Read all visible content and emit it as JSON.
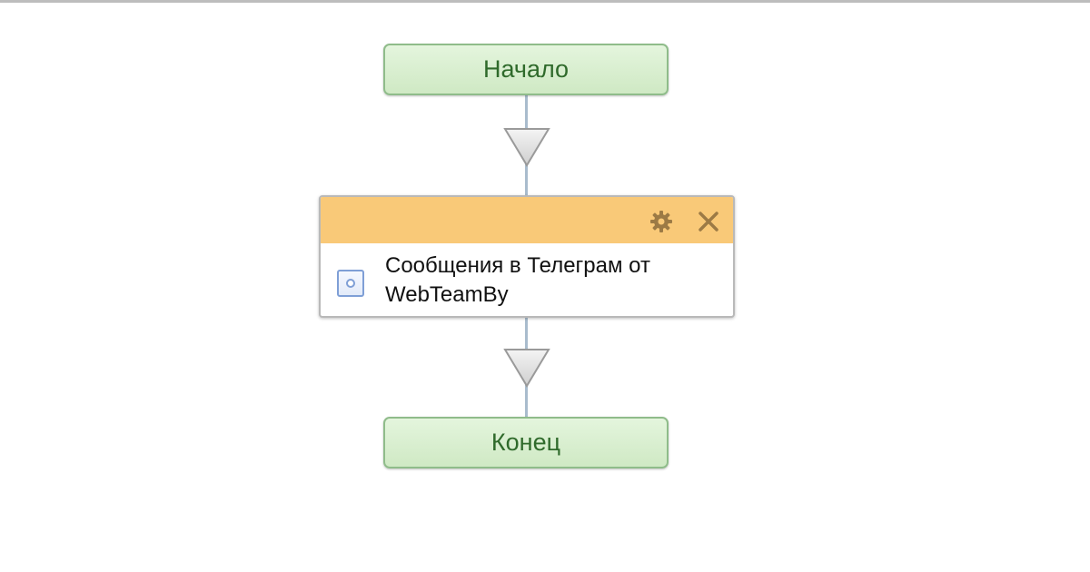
{
  "flow": {
    "start": {
      "label": "Начало"
    },
    "action": {
      "title": "Сообщения в Телеграм от WebTeamBy",
      "header_color": "#f9c978",
      "header_icons": [
        "gear-icon",
        "close-icon"
      ]
    },
    "end": {
      "label": "Конец"
    }
  },
  "colors": {
    "terminal_fill": "#d8eecf",
    "terminal_border": "#8fbc8a",
    "terminal_text": "#2f6a2b",
    "connector": "#a9bccd",
    "icon_accent": "#7f9fd6",
    "header_icon": "#9c7a45"
  }
}
